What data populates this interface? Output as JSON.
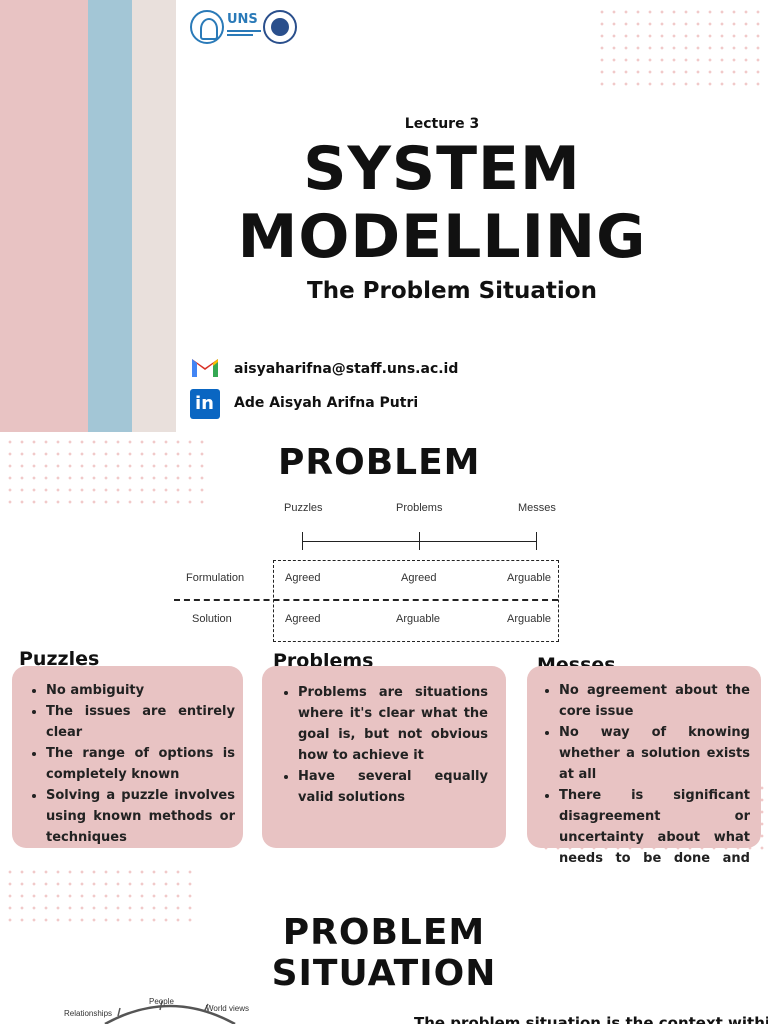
{
  "slide1": {
    "university": "UNS",
    "lecture": "Lecture 3",
    "title_line1": "SYSTEM",
    "title_line2": "MODELLING",
    "subtitle": "The Problem Situation",
    "email": "aisyaharifna@staff.uns.ac.id",
    "linkedin_name": "Ade Aisyah Arifna Putri",
    "colors": {
      "stripe_pink": "#e8c3c3",
      "stripe_blue": "#a3c6d6",
      "stripe_beige": "#e9e0dc"
    }
  },
  "slide2": {
    "heading": "PROBLEM",
    "diagram": {
      "columns": [
        "Puzzles",
        "Problems",
        "Messes"
      ],
      "rows": [
        {
          "label": "Formulation",
          "values": [
            "Agreed",
            "Agreed",
            "Arguable"
          ]
        },
        {
          "label": "Solution",
          "values": [
            "Agreed",
            "Arguable",
            "Arguable"
          ]
        }
      ]
    },
    "cards": [
      {
        "title": "Puzzles",
        "items": [
          "No ambiguity",
          "The issues are entirely clear",
          "The range of options is completely known",
          "Solving a puzzle involves using known methods or techniques"
        ]
      },
      {
        "title": "Problems",
        "items": [
          "Problems are situations where it's clear what the goal is, but not obvious how to achieve it",
          "Have several equally valid solutions"
        ]
      },
      {
        "title": "Messes",
        "items": [
          "No agreement about the core issue",
          "No way of knowing whether a solution exists at all",
          "There is significant disagreement or uncertainty about what needs to be done and why"
        ]
      }
    ],
    "card_color": "#e8c3c3"
  },
  "slide3": {
    "heading": "PROBLEM SITUATION",
    "diagram_labels": [
      "Relationships",
      "People",
      "World views"
    ],
    "body_start": "The problem situation is the context within"
  }
}
